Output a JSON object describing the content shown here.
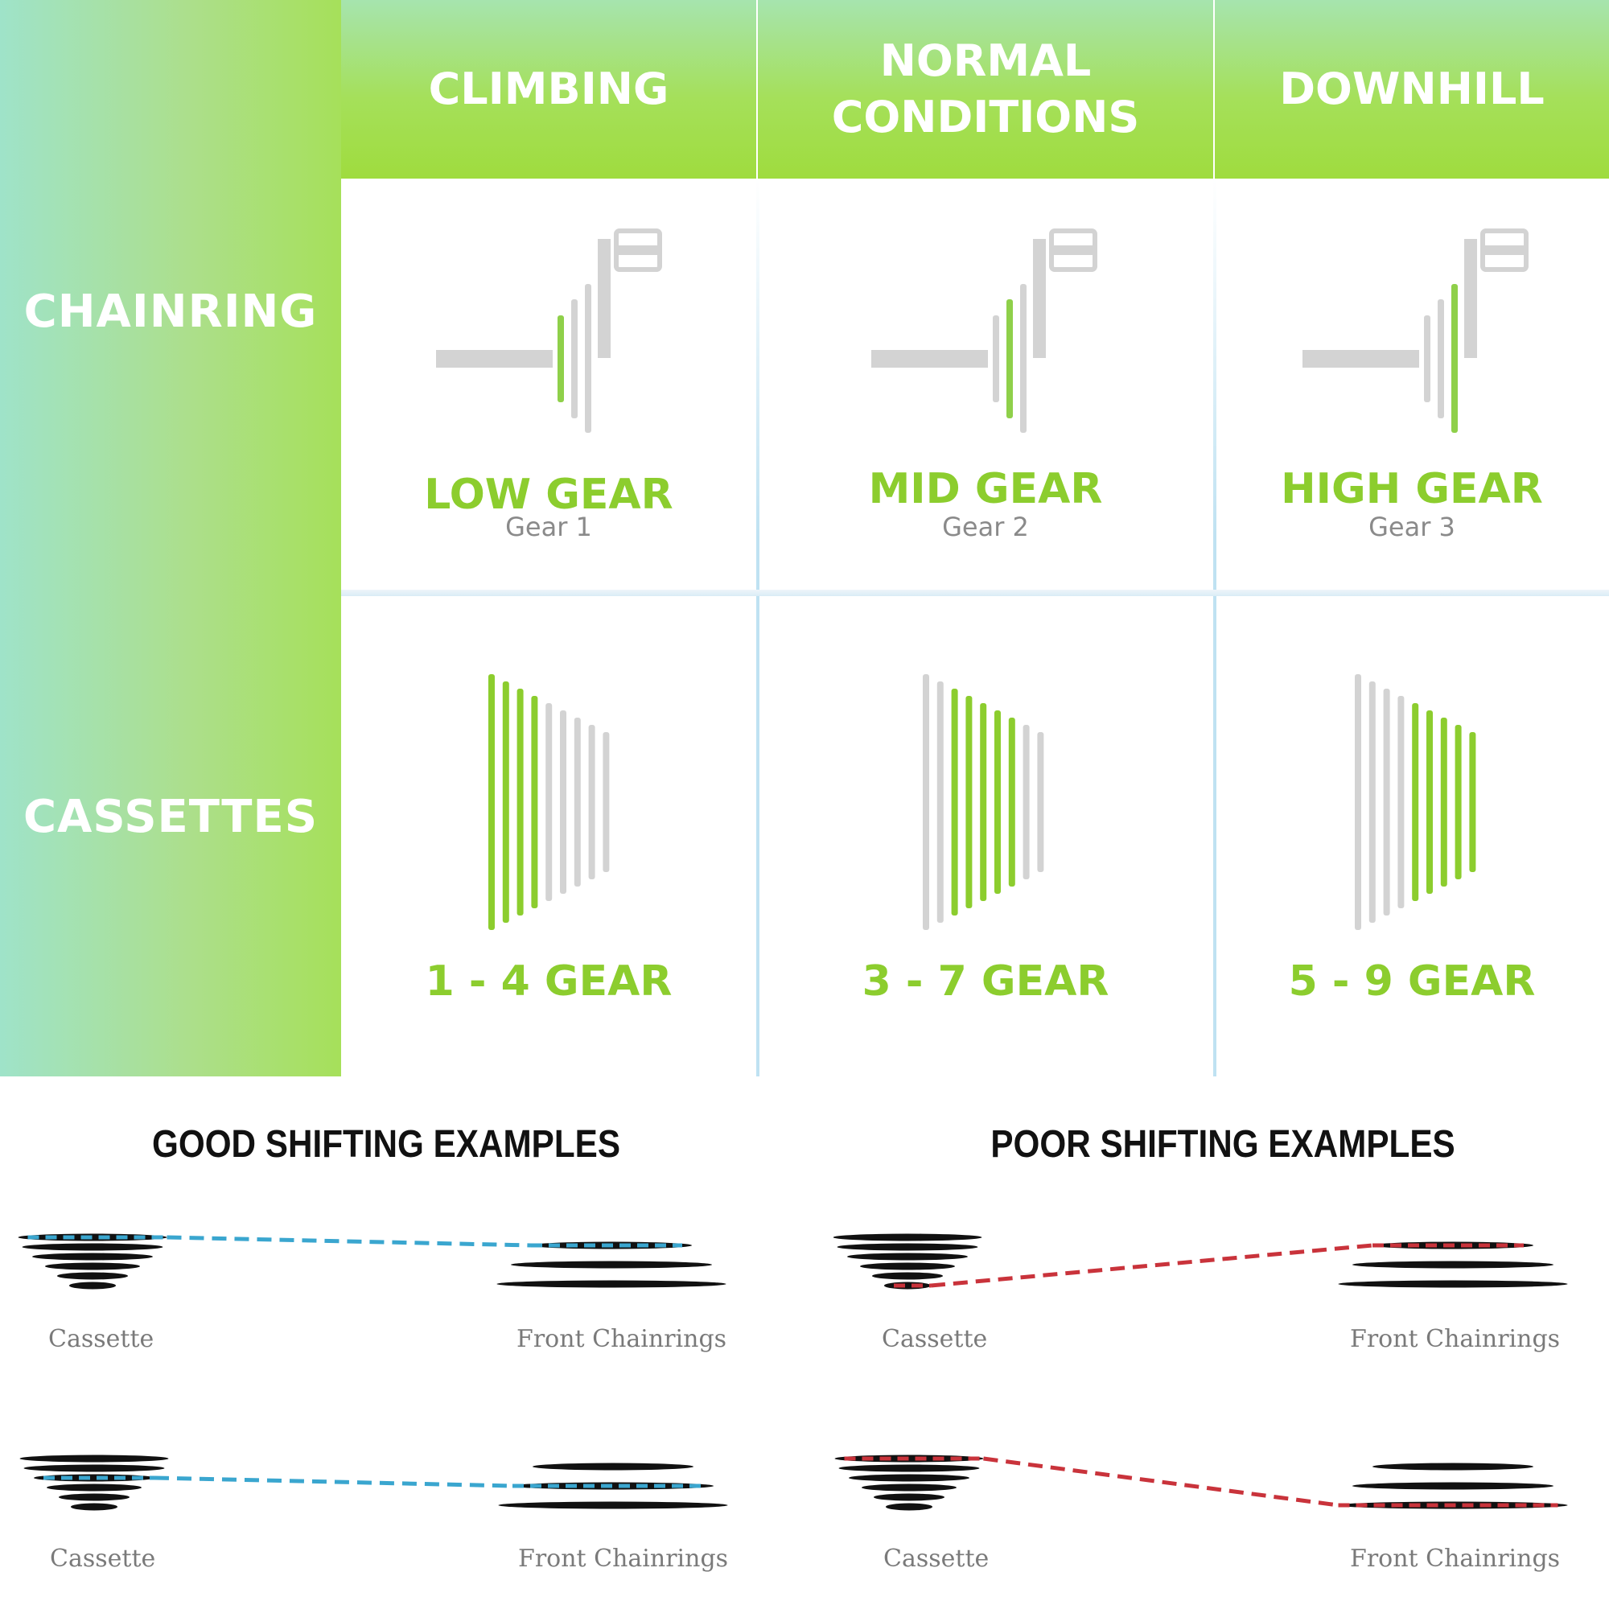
{
  "columns": {
    "climbing": "CLIMBING",
    "normal": "NORMAL\nCONDITIONS",
    "downhill": "DOWNHILL"
  },
  "rows": {
    "chainring": "CHAINRING",
    "cassettes": "CASSETTES"
  },
  "chainring": [
    {
      "title": "LOW GEAR",
      "subtitle": "Gear 1"
    },
    {
      "title": "MID GEAR",
      "subtitle": "Gear 2"
    },
    {
      "title": "HIGH GEAR",
      "subtitle": "Gear 3"
    }
  ],
  "cassettes": [
    {
      "title": "1 - 4 GEAR"
    },
    {
      "title": "3 - 7 GEAR"
    },
    {
      "title": "5 - 9 GEAR"
    }
  ],
  "examples": {
    "good_title": "GOOD SHIFTING EXAMPLES",
    "poor_title": "POOR SHIFTING EXAMPLES",
    "cassette_label": "Cassette",
    "front_label": "Front Chainrings"
  },
  "colors": {
    "accent_green": "#8ccd2e",
    "inactive_gray": "#d3d3d3",
    "good_line": "#3aa6cf",
    "poor_line": "#c9333b"
  }
}
